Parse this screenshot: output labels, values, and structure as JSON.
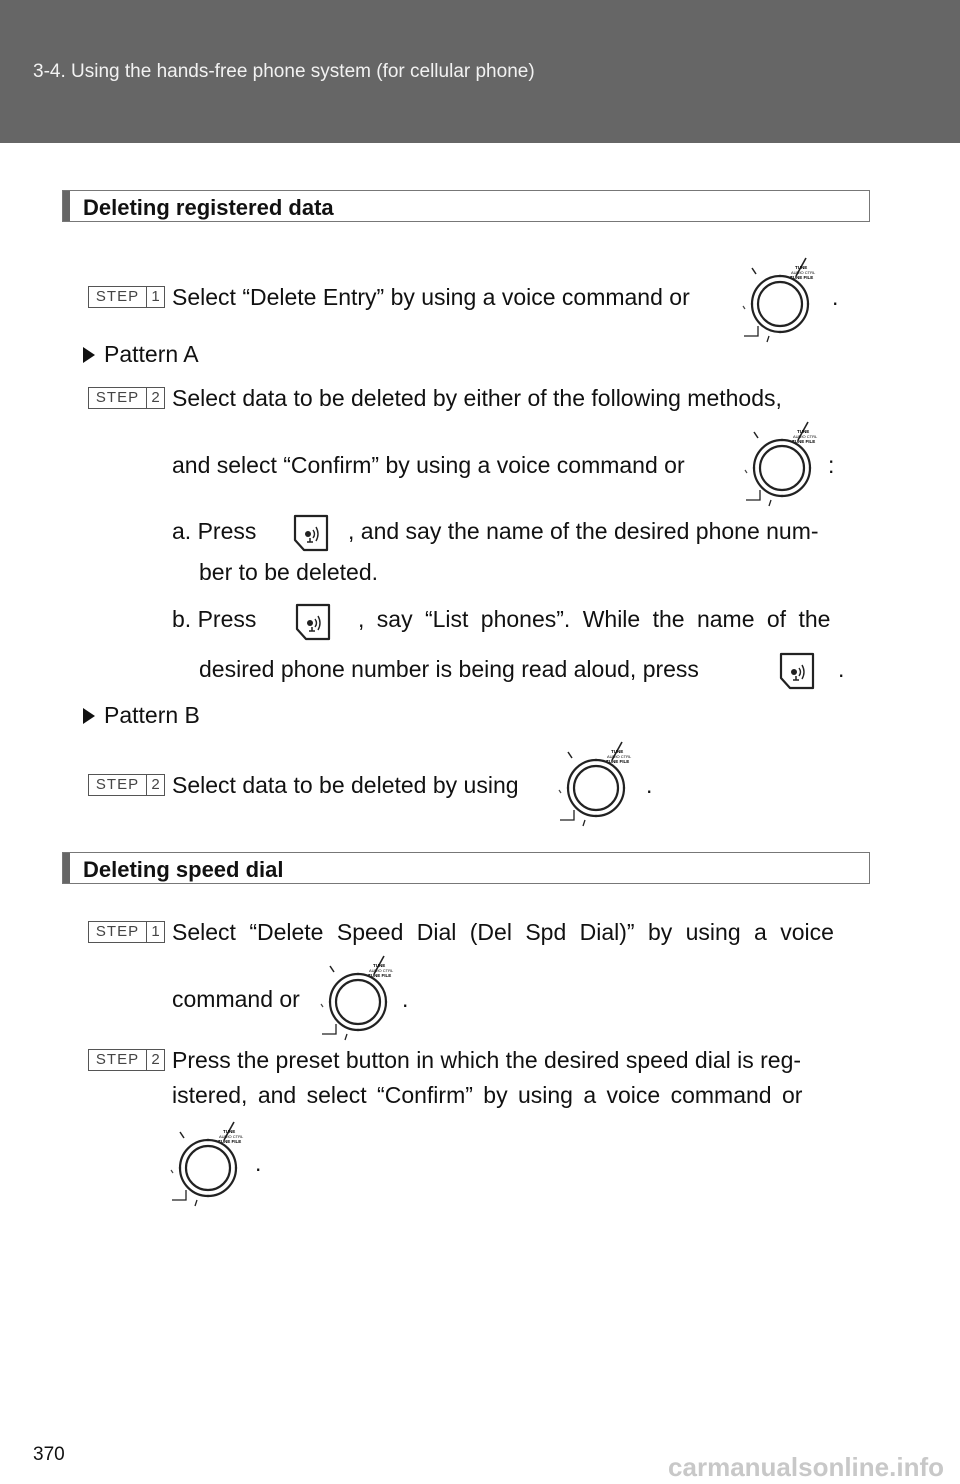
{
  "header": {
    "title": "3-4. Using the hands-free phone system (for cellular phone)"
  },
  "step_word": "STEP",
  "sections": [
    {
      "title": "Deleting registered data"
    },
    {
      "title": "Deleting speed dial"
    }
  ],
  "s1": {
    "step1": {
      "num": "1",
      "text": "Select “Delete Entry” by using a voice command or",
      "end": "."
    },
    "patternA": "Pattern A",
    "stepA2": {
      "num": "2",
      "line1": "Select data to be deleted by either of the following methods,",
      "line2": "and select “Confirm” by using a voice command or",
      "end": ":"
    },
    "a": {
      "pre": "a. Press",
      "post": ", and say the name of the desired phone num-",
      "line2": "ber to be deleted."
    },
    "b": {
      "pre": "b. Press",
      "post": ", say “List phones”. While the name of the",
      "line2": "desired phone number is being read aloud, press",
      "end": "."
    },
    "patternB": "Pattern B",
    "stepB2": {
      "num": "2",
      "text": "Select data to be deleted by using",
      "end": "."
    }
  },
  "s2": {
    "step1": {
      "num": "1",
      "line1": "Select “Delete Speed Dial (Del Spd Dial)” by using a voice",
      "line2": "command or",
      "end": "."
    },
    "step2": {
      "num": "2",
      "line1": "Press the preset button in which the desired speed dial is reg-",
      "line2": "istered, and select “Confirm” by using a voice command or",
      "end": "."
    }
  },
  "icons": {
    "knob": "tune-file-knob-icon",
    "talk": "talk-switch-icon",
    "knob_label": "TUNE FILE"
  },
  "footer": {
    "page": "370",
    "watermark": "carmanualsonline.info"
  }
}
